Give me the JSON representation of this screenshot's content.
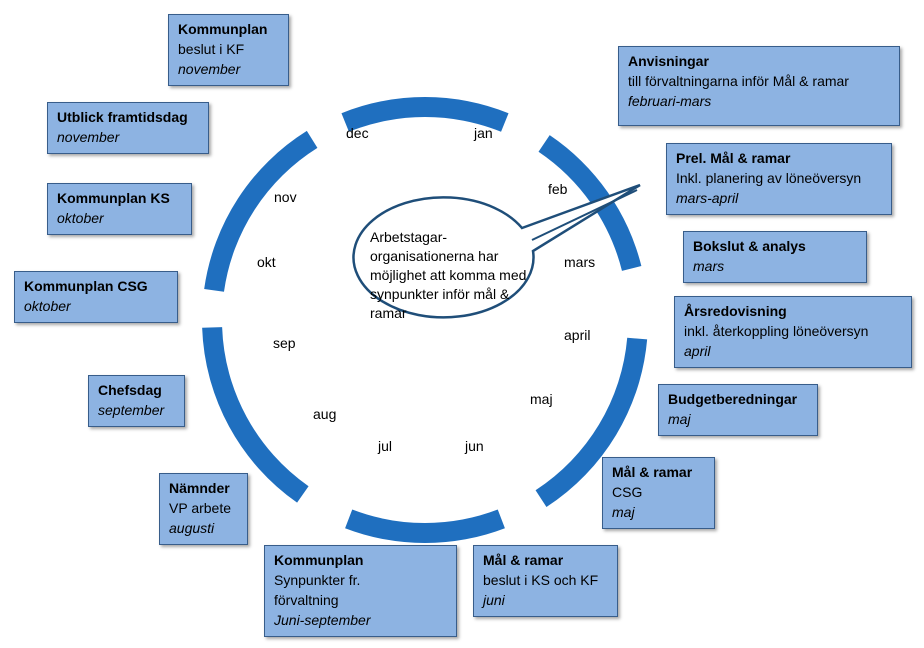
{
  "center_text": "Arbetstagar-organisationerna har möjlighet att komma med synpunkter inför mål & ramar",
  "months": [
    "jan",
    "feb",
    "mars",
    "april",
    "maj",
    "jun",
    "jul",
    "aug",
    "sep",
    "okt",
    "nov",
    "dec"
  ],
  "colors": {
    "ring": "#1f6fbf",
    "box": "#8db3e2",
    "box_border": "#385d8a",
    "bubble_border": "#1f4e79"
  },
  "boxes": [
    {
      "title": "Kommunplan",
      "sub": " beslut i KF",
      "date": "november"
    },
    {
      "title": "Utblick framtidsdag",
      "sub": "",
      "date": "november"
    },
    {
      "title": "Kommunplan KS",
      "sub": "",
      "date": "oktober"
    },
    {
      "title": "Kommunplan CSG",
      "sub": "",
      "date": "oktober"
    },
    {
      "title": "Chefsdag",
      "sub": "",
      "date": "september"
    },
    {
      "title": "Nämnder",
      "sub": "VP arbete",
      "date": "augusti"
    },
    {
      "title": "Kommunplan",
      "sub": "Synpunkter fr. förvaltning",
      "date": "Juni-september"
    },
    {
      "title": "Mål & ramar",
      "sub": "beslut i KS och KF",
      "date": "juni"
    },
    {
      "title": "Mål & ramar",
      "sub": " CSG",
      "date": "maj"
    },
    {
      "title": "Budgetberedningar",
      "sub": "",
      "date": "maj"
    },
    {
      "title": "Årsredovisning",
      "sub": "inkl. återkoppling löneöversyn",
      "date": "april"
    },
    {
      "title": "Bokslut & analys",
      "sub": "",
      "date": "mars"
    },
    {
      "title": "Prel. Mål & ramar",
      "sub": "Inkl. planering av löneöversyn",
      "date": "mars-april"
    },
    {
      "title": "Anvisningar",
      "sub": "till förvaltningarna inför Mål & ramar",
      "date": "februari-mars"
    }
  ]
}
